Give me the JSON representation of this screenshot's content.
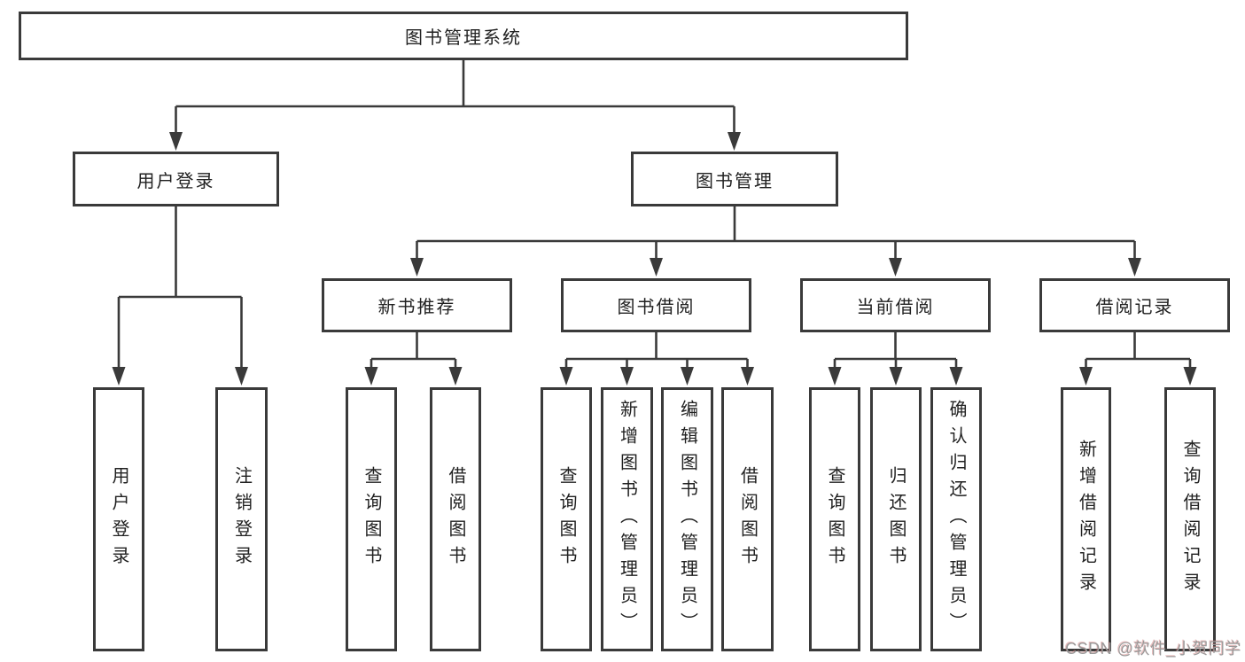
{
  "diagram": {
    "root": {
      "label": "图书管理系统"
    },
    "branches": [
      {
        "label": "用户登录",
        "children": [
          {
            "label": "用户登录"
          },
          {
            "label": "注销登录"
          }
        ]
      },
      {
        "label": "图书管理",
        "children": [
          {
            "label": "新书推荐",
            "children": [
              {
                "label": "查询图书"
              },
              {
                "label": "借阅图书"
              }
            ]
          },
          {
            "label": "图书借阅",
            "children": [
              {
                "label": "查询图书"
              },
              {
                "label": "新增图书（管理员）"
              },
              {
                "label": "编辑图书（管理员）"
              },
              {
                "label": "借阅图书"
              }
            ]
          },
          {
            "label": "当前借阅",
            "children": [
              {
                "label": "查询图书"
              },
              {
                "label": "归还图书"
              },
              {
                "label": "确认归还（管理员）"
              }
            ]
          },
          {
            "label": "借阅记录",
            "children": [
              {
                "label": "新增借阅记录"
              },
              {
                "label": "查询借阅记录"
              }
            ]
          }
        ]
      }
    ]
  },
  "watermark": {
    "text": "CSDN @软件_小贺同学"
  },
  "colors": {
    "line": "#3a3a3a",
    "box_border": "#3a3a3a",
    "box_fill": "#ffffff",
    "text": "#212121",
    "watermark": "#9a9a9a",
    "background": "#ffffff"
  }
}
